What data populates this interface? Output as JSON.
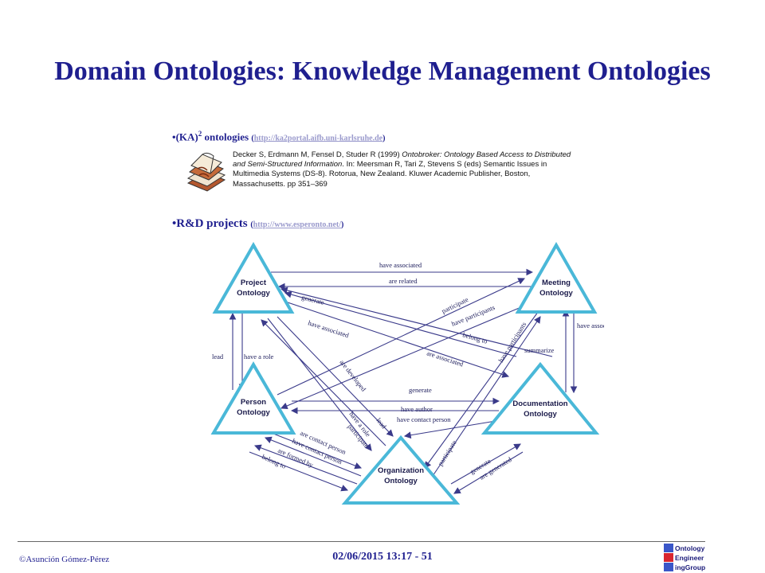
{
  "title": "Domain Ontologies: Knowledge Management Ontologies",
  "bullet1": {
    "label": "(KA)",
    "superscript": "2",
    "label_rest": " ontologies",
    "url": "http://ka2portal.aifb.uni-karlsruhe.de"
  },
  "reference": {
    "part1": "Decker S, Erdmann M, Fensel D, Studer R (1999) ",
    "title_italic": "Ontobroker: Ontology Based Access to Distributed and Semi-Structured Information",
    "part2": ". In: Meersman R, Tari Z, Stevens S (eds) Semantic Issues in Multimedia Systems (DS-8). Rotorua, New Zealand. Kluwer Academic Publisher, Boston, Massachusetts. pp 351–369"
  },
  "bullet2": {
    "label": "R&D projects",
    "url": "http://www.esperonto.net/"
  },
  "diagram": {
    "nodes": {
      "project": [
        "Project",
        "Ontology"
      ],
      "meeting": [
        "Meeting",
        "Ontology"
      ],
      "person": [
        "Person",
        "Ontology"
      ],
      "documentation": [
        "Documentation",
        "Ontology"
      ],
      "organization": [
        "Organization",
        "Ontology"
      ]
    },
    "relations": {
      "have_associated_top": "have associated",
      "are_related": "are related",
      "generate_1": "generate",
      "participate_1": "participate",
      "have_participants_1": "have participants",
      "have_associated_2": "have associated",
      "belong_to_1": "belong to",
      "have_participants_2": "have participants",
      "have_associated_right": "have associated",
      "are_associated": "are associated",
      "summarize": "summarize",
      "lead_1": "lead",
      "have_a_role_1": "have a role",
      "are_developed": "are developed",
      "generate_2": "generate",
      "have_author": "have author",
      "have_contact_person_1": "have contact person",
      "have_a_role_2": "have a role",
      "lead_2": "lead",
      "participate_2": "participate",
      "are_contact_person": "are contact person",
      "have_contact_person_2": "have contact person",
      "are_formed_by": "are formed by",
      "belong_to_2": "belong to",
      "participate_3": "participate",
      "generate_3": "generate",
      "are_generated": "are generated"
    }
  },
  "footer": {
    "author": "©Asunción Gómez-Pérez",
    "date": "02/06/2015 13:17 - 51",
    "logo_lines": [
      "Ontology",
      "Engineer",
      "ingGroup"
    ]
  },
  "colors": {
    "title": "#1f1f8f",
    "triangle_stroke": "#4ab8d8",
    "arrows": "#3a3a8a"
  }
}
